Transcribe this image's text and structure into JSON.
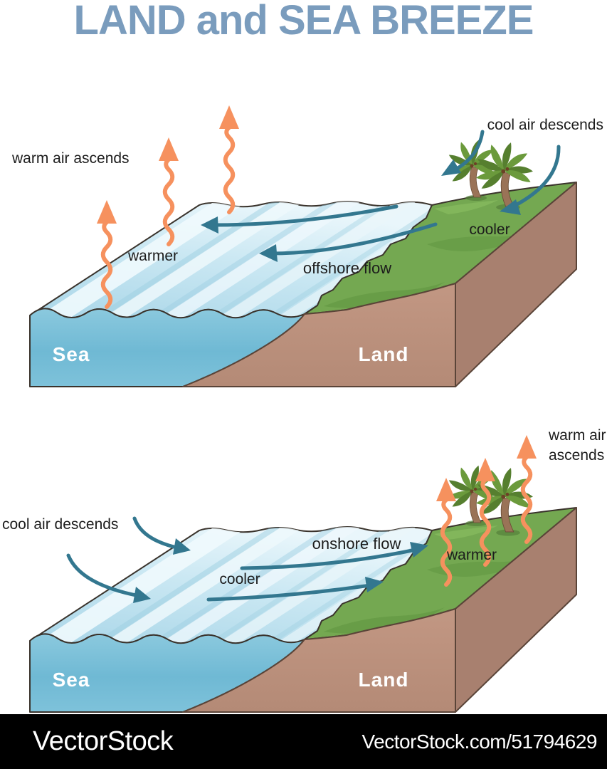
{
  "title": "LAND and SEA BREEZE",
  "colors": {
    "title_text": "#7A9CBD",
    "warm_arrow": "#F6915E",
    "cool_arrow": "#33778F",
    "sea_surface_light": "#E6F4FA",
    "sea_surface_dark": "#A9D6E8",
    "sea_front": "#6FB9D4",
    "land_green": "#74A851",
    "land_green_shadow": "#5E9440",
    "land_front": "#BC9280",
    "land_side": "#A8806F",
    "outline": "#3A332C",
    "label_text": "#1C1C1C",
    "face_label_text": "#FFFFFF",
    "footer_bg": "#000000",
    "footer_text": "#FFFFFF"
  },
  "land_breeze": {
    "labels": {
      "warm_air": "warm air ascends",
      "cool_air": "cool air descends",
      "sea_temp": "warmer",
      "land_temp": "cooler",
      "flow": "offshore flow",
      "sea": "Sea",
      "land": "Land"
    }
  },
  "sea_breeze": {
    "labels": {
      "cool_air": "cool air descends",
      "warm_air_line1": "warm air",
      "warm_air_line2": "ascends",
      "sea_temp": "cooler",
      "land_temp": "warmer",
      "flow": "onshore flow",
      "sea": "Sea",
      "land": "Land"
    }
  },
  "footer": {
    "brand": "VectorStock",
    "url": "VectorStock.com/51794629"
  }
}
